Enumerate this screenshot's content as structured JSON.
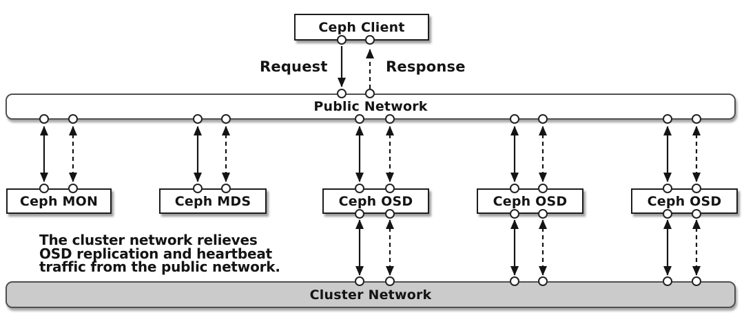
{
  "client": {
    "label": "Ceph Client"
  },
  "flow": {
    "request": "Request",
    "response": "Response"
  },
  "public_network": {
    "label": "Public Network"
  },
  "cluster_network": {
    "label": "Cluster Network"
  },
  "nodes": [
    {
      "id": "mon",
      "label": "Ceph MON"
    },
    {
      "id": "mds",
      "label": "Ceph MDS"
    },
    {
      "id": "osd1",
      "label": "Ceph OSD"
    },
    {
      "id": "osd2",
      "label": "Ceph OSD"
    },
    {
      "id": "osd3",
      "label": "Ceph OSD"
    }
  ],
  "annotation": {
    "lines": [
      "The cluster network relieves",
      "OSD replication and heartbeat",
      "traffic from the public network."
    ]
  },
  "colors": {
    "line": "#161616",
    "box_fill": "#ffffff",
    "cluster_fill": "#cbcbcb",
    "border_dark": "#1c1c1c",
    "bar_border": "#4f4f4f"
  }
}
